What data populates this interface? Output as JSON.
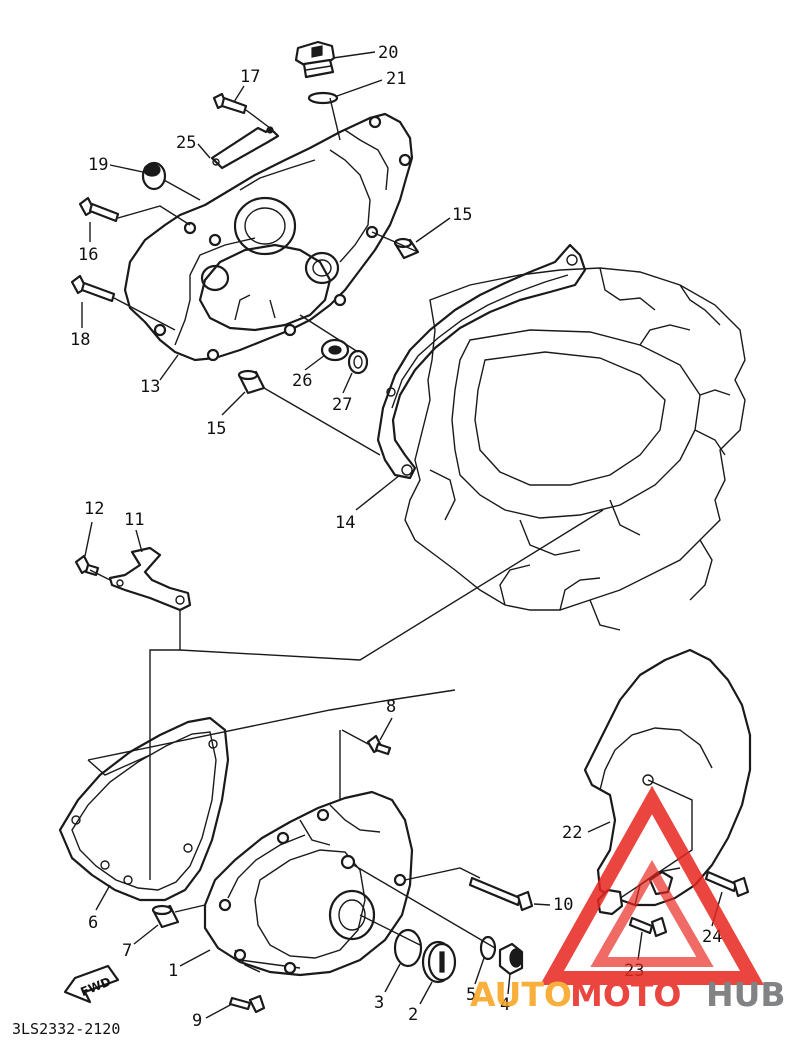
{
  "callouts": {
    "c1": "1",
    "c2": "2",
    "c3": "3",
    "c4": "4",
    "c5": "5",
    "c6": "6",
    "c7": "7",
    "c8": "8",
    "c9": "9",
    "c10": "10",
    "c11": "11",
    "c12": "12",
    "c13": "13",
    "c14": "14",
    "c15a": "15",
    "c15b": "15",
    "c16": "16",
    "c17": "17",
    "c18": "18",
    "c19": "19",
    "c20": "20",
    "c21": "21",
    "c22": "22",
    "c23": "23",
    "c24": "24",
    "c25": "25",
    "c26": "26",
    "c27": "27"
  },
  "fwd_label": "FWD",
  "drawing_code": "3LS2332-2120",
  "watermark": {
    "text_auto": "AUTO",
    "text_moto": "MOTO",
    "text_hub": "HUB",
    "color_accent": "#e8251f",
    "color_orange": "#f7a21b",
    "color_gray": "#6d6e70"
  }
}
